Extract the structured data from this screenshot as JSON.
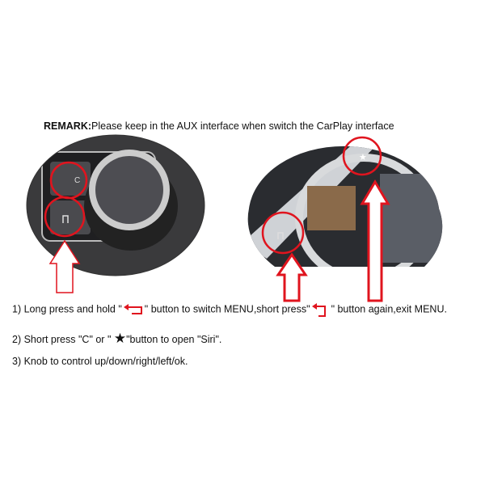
{
  "remark": {
    "label": "REMARK:",
    "text": "Please keep in the  AUX interface when switch the CarPlay interface"
  },
  "instructions": [
    {
      "parts": [
        "1) Long press and hold \"",
        "\" button to switch MENU,short press\"",
        "\" button again,exit MENU."
      ]
    },
    {
      "parts": [
        "2) Short press \"C\" or \" ",
        "\"button to open \"Siri\"."
      ]
    },
    {
      "text": "3) Knob to control up/down/right/left/ok."
    }
  ],
  "buttons": {
    "c_label": "C"
  },
  "colors": {
    "highlight": "#e0141e",
    "text": "#111111"
  }
}
